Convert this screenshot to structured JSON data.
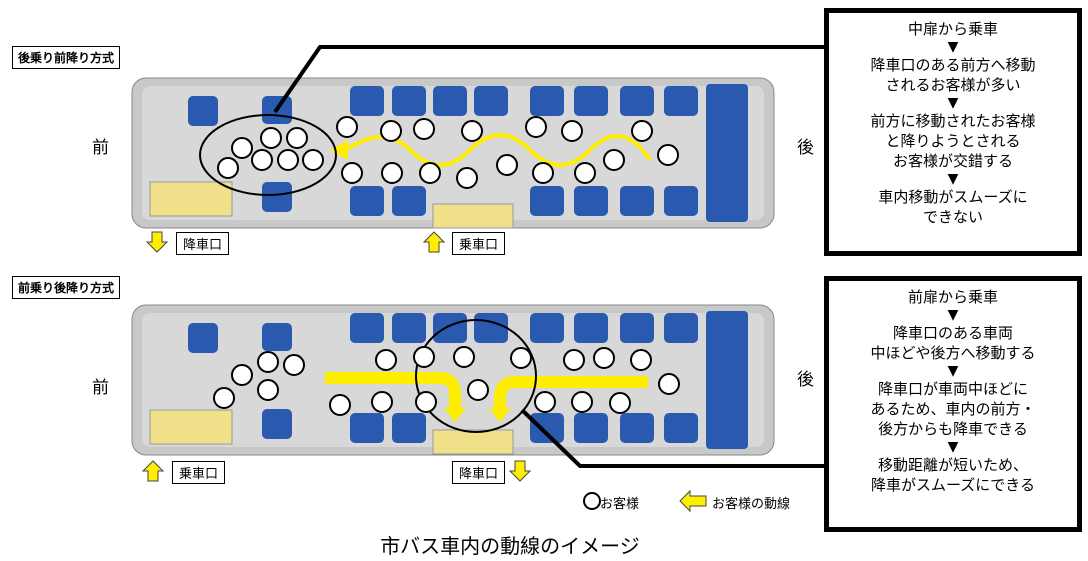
{
  "top": {
    "label": "後乗り前降り方式",
    "front": "前",
    "rear": "後",
    "exit_door": "降車口",
    "entry_door": "乗車口",
    "steps": [
      "中扉から乗車",
      "降車口のある前方へ移動\nされるお客様が多い",
      "前方に移動されたお客様\nと降りようとされる\nお客様が交錯する",
      "車内移動がスムーズに\nできない"
    ]
  },
  "bottom": {
    "label": "前乗り後降り方式",
    "front": "前",
    "rear": "後",
    "entry_door": "乗車口",
    "exit_door": "降車口",
    "steps": [
      "前扉から乗車",
      "降車口のある車両\n中ほどや後方へ移動する",
      "降車口が車両中ほどに\nあるため、車内の前方・\n後方からも降車できる",
      "移動距離が短いため、\n降車がスムーズにできる"
    ]
  },
  "arrow_glyph": "▼",
  "legend": {
    "passenger": "お客様",
    "flow": "お客様の動線"
  },
  "caption": "市バス車内の動線のイメージ",
  "colors": {
    "seat": "#2a5ab0",
    "door": "#f0e08a",
    "flow": "#ffee00",
    "bus": "#bdbdbd"
  }
}
